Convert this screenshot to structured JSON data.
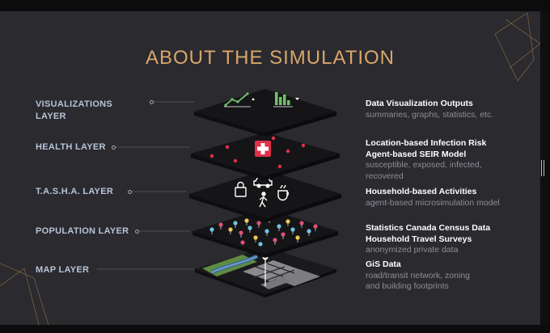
{
  "title": "ABOUT THE SIMULATION",
  "layers": [
    {
      "label_line1": "VISUALIZATIONS",
      "label_line2": "LAYER"
    },
    {
      "label_line1": "HEALTH LAYER"
    },
    {
      "label_line1": "T.A.S.H.A. LAYER"
    },
    {
      "label_line1": "POPULATION LAYER"
    },
    {
      "label_line1": "MAP LAYER"
    }
  ],
  "descriptions": {
    "viz": {
      "heading": "Data Visualization Outputs",
      "sub": "summaries, graphs, statistics, etc."
    },
    "health": {
      "heading1": "Location-based Infection Risk",
      "heading2": "Agent-based SEIR Model",
      "sub1": "susceptible, exposed, infected,",
      "sub2": "recovered"
    },
    "tasha": {
      "heading": "Household-based Activities",
      "sub": "agent-based microsimulation model"
    },
    "population": {
      "heading1": "Statistics Canada Census Data",
      "heading2": "Household Travel Surveys",
      "sub": "anonymized private data"
    },
    "map": {
      "heading": "GiS Data",
      "sub1": "road/transit network, zoning",
      "sub2": "and building footprints"
    }
  },
  "icons": {
    "viz": [
      "line-chart-icon",
      "bar-chart-icon"
    ],
    "health": [
      "medical-cross-icon"
    ],
    "tasha": [
      "shopping-bag-icon",
      "car-icon",
      "walking-person-icon",
      "coffee-cup-icon"
    ],
    "population": [
      "person-pin-icon"
    ],
    "map": [
      "street-map-icon"
    ]
  },
  "colors": {
    "title": "#d9a66a",
    "accent_green": "#6fc16a",
    "health_red": "#e0304a",
    "layer_fill": "#151517",
    "background": "#2a2a2f"
  }
}
